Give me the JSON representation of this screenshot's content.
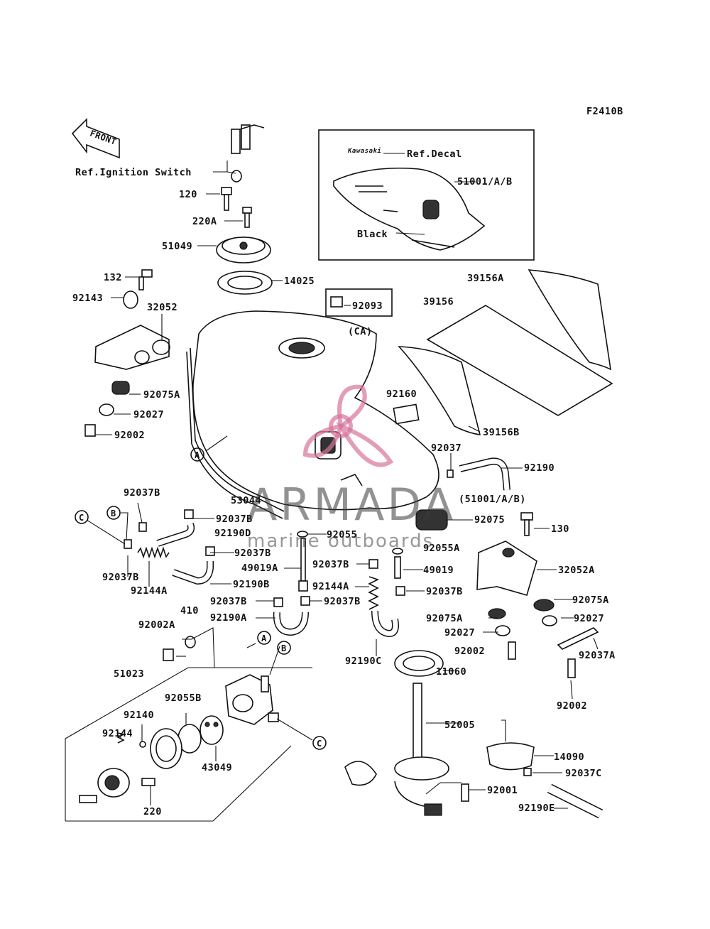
{
  "figure_code": "F2410B",
  "front_label": "FRONT",
  "inset": {
    "decal_text": "Kawasaki",
    "ref_decal": "Ref.Decal",
    "part_51001": "51001/A/B",
    "black": "Black"
  },
  "callouts": {
    "a": "A",
    "b": "B",
    "c": "C"
  },
  "labels": {
    "ref_ignition_switch": "Ref.Ignition Switch",
    "p120": "120",
    "p220A": "220A",
    "p51049": "51049",
    "p14025": "14025",
    "p39156A": "39156A",
    "p39156": "39156",
    "p92093": "92093",
    "ca": "(CA)",
    "p132": "132",
    "p92143": "92143",
    "p32052": "32052",
    "p92075A": "92075A",
    "p92027": "92027",
    "p92002": "92002",
    "p92160": "92160",
    "p39156B": "39156B",
    "p92037": "92037",
    "p92190": "92190",
    "p51001_ref": "(51001/A/B)",
    "p53044": "53044",
    "p92075": "92075",
    "p130": "130",
    "p32052A": "32052A",
    "p92037A": "92037A",
    "p92037B": "92037B",
    "p92190D": "92190D",
    "p92144A": "92144A",
    "p92190B": "92190B",
    "p92055": "92055",
    "p49019A": "49019A",
    "p92055A": "92055A",
    "p49019": "49019",
    "p92190A": "92190A",
    "p92190C": "92190C",
    "p410": "410",
    "p92002A": "92002A",
    "p51023": "51023",
    "p92055B": "92055B",
    "p92140": "92140",
    "p92144": "92144",
    "p43049": "43049",
    "p220": "220",
    "p11060": "11060",
    "p52005": "52005",
    "p14090": "14090",
    "p92037C": "92037C",
    "p92001": "92001",
    "p92190E": "92190E"
  },
  "watermark": {
    "title": "ARMADA",
    "subtitle": "marine outboards",
    "logo_icon": "propeller-logo-icon",
    "logo_color": "#d9739a"
  }
}
